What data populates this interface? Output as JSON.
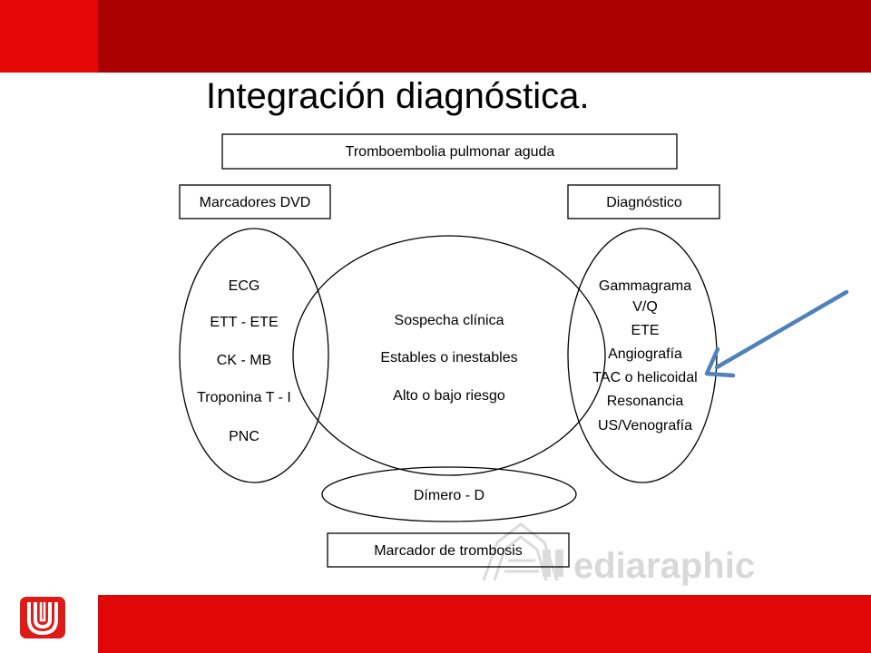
{
  "slide": {
    "title": "Integración diagnóstica."
  },
  "colors": {
    "bar_dark": "#aa0000",
    "bar_light": "#e40808",
    "bar_bottom": "#e10707",
    "logo_bg": "#df1b17",
    "arrow": "#4f81bd",
    "watermark": "#d4d4d4"
  },
  "diagram": {
    "top_box": "Tromboembolia pulmonar aguda",
    "left_box": "Marcadores DVD",
    "right_box": "Diagnóstico",
    "bottom_box": "Marcador de trombosis",
    "left_ellipse_items": [
      "ECG",
      "ETT - ETE",
      "CK - MB",
      "Troponina T - I",
      "PNC"
    ],
    "center_ellipse_items": [
      "Sospecha clínica",
      "Estables o inestables",
      "Alto o bajo riesgo"
    ],
    "right_ellipse_items": [
      "Gammagrama",
      "V/Q",
      "ETE",
      "Angiografía",
      "TAC o helicoidal",
      "Resonancia",
      "US/Venografía"
    ],
    "bottom_ellipse": "Dímero - D",
    "watermark_text": "ediaraphic"
  },
  "icons": {
    "logo": "university-u-logo",
    "arrow": "pointer-arrow-icon",
    "watermark_logo": "medigraphic-watermark-logo"
  }
}
